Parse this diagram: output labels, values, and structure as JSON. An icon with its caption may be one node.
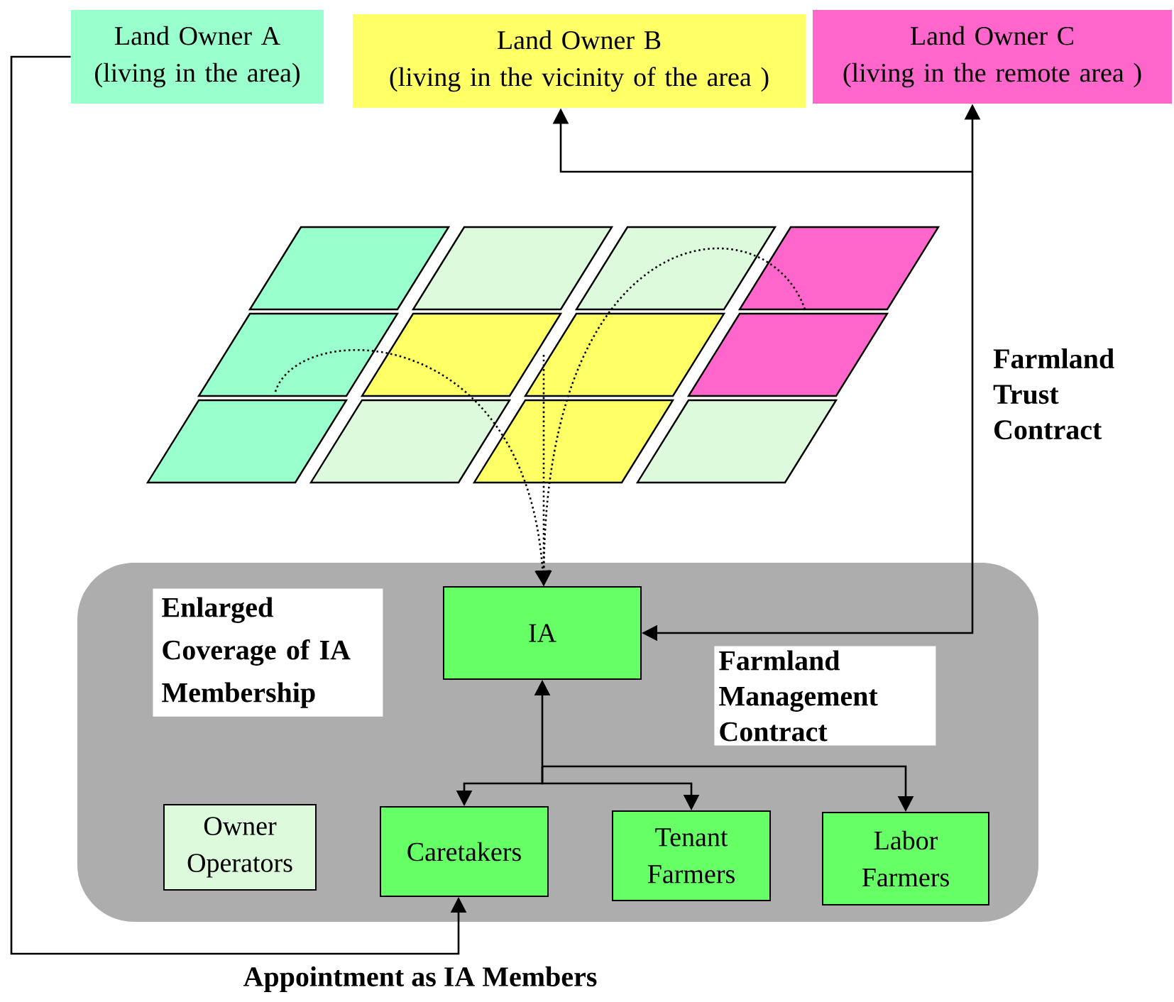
{
  "diagram": {
    "nodes": [
      {
        "text": [
          "Land Owner A",
          "(living in the area)"
        ]
      },
      {
        "text": [
          "Land Owner B",
          "(living in the vicinity of the area )"
        ]
      },
      {
        "text": [
          "Land Owner C",
          "(living in the remote area )"
        ]
      },
      {
        "text": [
          "Enlarged Coverage of IA Membership"
        ]
      },
      {
        "text": [
          "IA"
        ],
        "in": 3
      },
      {
        "text": [
          "Owner Operators"
        ],
        "in": 3
      },
      {
        "text": [
          "Caretakers"
        ],
        "in": 3
      },
      {
        "text": [
          "Tenant Farmers"
        ],
        "in": 3
      },
      {
        "text": [
          "Labor Farmers"
        ],
        "in": 3
      }
    ],
    "edges": [
      {
        "from": 0,
        "to": 6,
        "arrow": "to",
        "label": "Appointment as IA Members"
      },
      {
        "from": 4,
        "to": 2,
        "arrow": "both",
        "label": "Farmland Trust Contract"
      },
      {
        "from": 4,
        "to": 1,
        "arrow": "both"
      },
      {
        "from": null,
        "to": 4,
        "arrow": "to",
        "style": "dashed"
      },
      {
        "from": null,
        "to": 4,
        "arrow": "to",
        "style": "dashed"
      },
      {
        "from": null,
        "to": 4,
        "arrow": "to",
        "style": "dashed"
      },
      {
        "from": 4,
        "to": 6,
        "arrow": "both"
      },
      {
        "from": 4,
        "to": 7,
        "arrow": "both"
      },
      {
        "from": 4,
        "to": 8,
        "arrow": "both",
        "label": "Farmland Management Contract"
      }
    ]
  }
}
